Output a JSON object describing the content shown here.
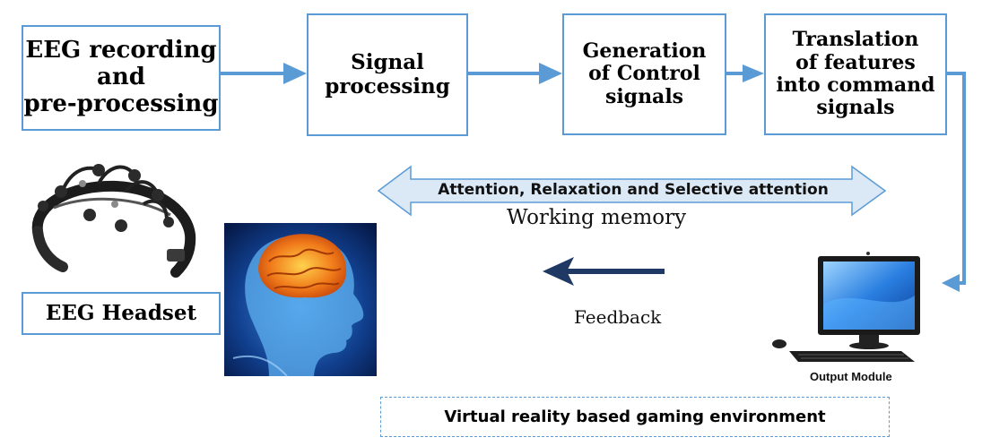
{
  "boxes": {
    "eeg_recording": "EEG recording\nand\npre-processing",
    "signal_processing": "Signal\nprocessing",
    "generation": "Generation\nof Control\nsignals",
    "translation": "Translation\nof features\ninto command\nsignals",
    "eeg_headset": "EEG Headset"
  },
  "labels": {
    "double_arrow": "Attention, Relaxation and Selective attention",
    "working_memory": "Working memory",
    "feedback": "Feedback",
    "output_module": "Output Module",
    "environment": "Virtual reality based gaming environment"
  },
  "icons": {
    "headset": "eeg-headset-icon",
    "brain": "brain-head-icon",
    "computer": "computer-icon"
  },
  "colors": {
    "box_border": "#5b9bd5",
    "flow_arrow": "#5b9bd5",
    "double_arrow_fill": "#dbe8f6",
    "feedback_arrow": "#1f3864"
  }
}
